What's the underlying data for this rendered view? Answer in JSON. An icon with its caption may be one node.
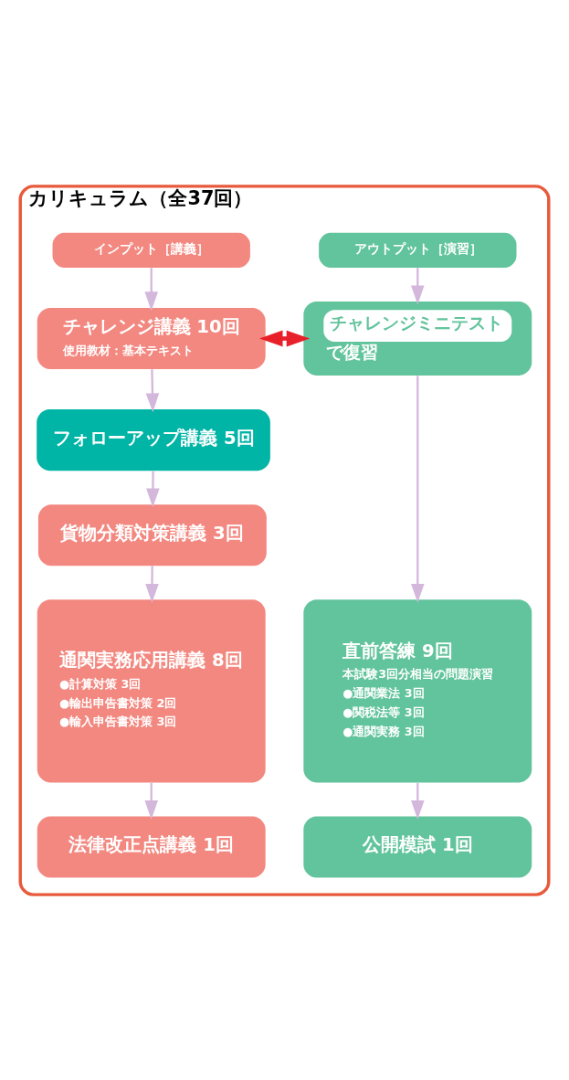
{
  "diagram": {
    "nodes": [
      {
        "text": [
          "カリキュラム（全37回）"
        ]
      },
      {
        "text": [
          "インプット［講義］"
        ],
        "in": 0
      },
      {
        "text": [
          "アウトプット［演習］"
        ],
        "in": 0
      },
      {
        "text": [
          "チャレンジ講義 10回",
          "使用教材：基本テキスト"
        ],
        "in": 0
      },
      {
        "text": [
          "チャレンジミニテスト",
          "で復習"
        ],
        "in": 0
      },
      {
        "text": [
          "フォローアップ講義 5回"
        ],
        "in": 0
      },
      {
        "text": [
          "貨物分類対策講義 3回"
        ],
        "in": 0
      },
      {
        "text": [
          "通関実務応用講義 8回",
          "●計算対策 3回",
          "●輸出申告書対策 2回",
          "●輸入申告書対策 3回"
        ],
        "in": 0
      },
      {
        "text": [
          "直前答練 9回",
          "本試験3回分相当の問題演習",
          "●通関業法 3回",
          "●関税法等 3回",
          "●通関実務 3回"
        ],
        "in": 0
      },
      {
        "text": [
          "法律改正点講義 1回"
        ],
        "in": 0
      },
      {
        "text": [
          "公開模試 1回"
        ],
        "in": 0
      }
    ],
    "edges": [
      {
        "from": 1,
        "to": 3,
        "arrow": "to"
      },
      {
        "from": 2,
        "to": 4,
        "arrow": "to"
      },
      {
        "from": 3,
        "to": 4,
        "arrow": "both",
        "color": "#e8202a",
        "style": "thick"
      },
      {
        "from": 3,
        "to": 5,
        "arrow": "to"
      },
      {
        "from": 5,
        "to": 6,
        "arrow": "to"
      },
      {
        "from": 6,
        "to": 7,
        "arrow": "to"
      },
      {
        "from": 4,
        "to": 8,
        "arrow": "to"
      },
      {
        "from": 7,
        "to": 9,
        "arrow": "to"
      },
      {
        "from": 8,
        "to": 10,
        "arrow": "to"
      }
    ]
  }
}
